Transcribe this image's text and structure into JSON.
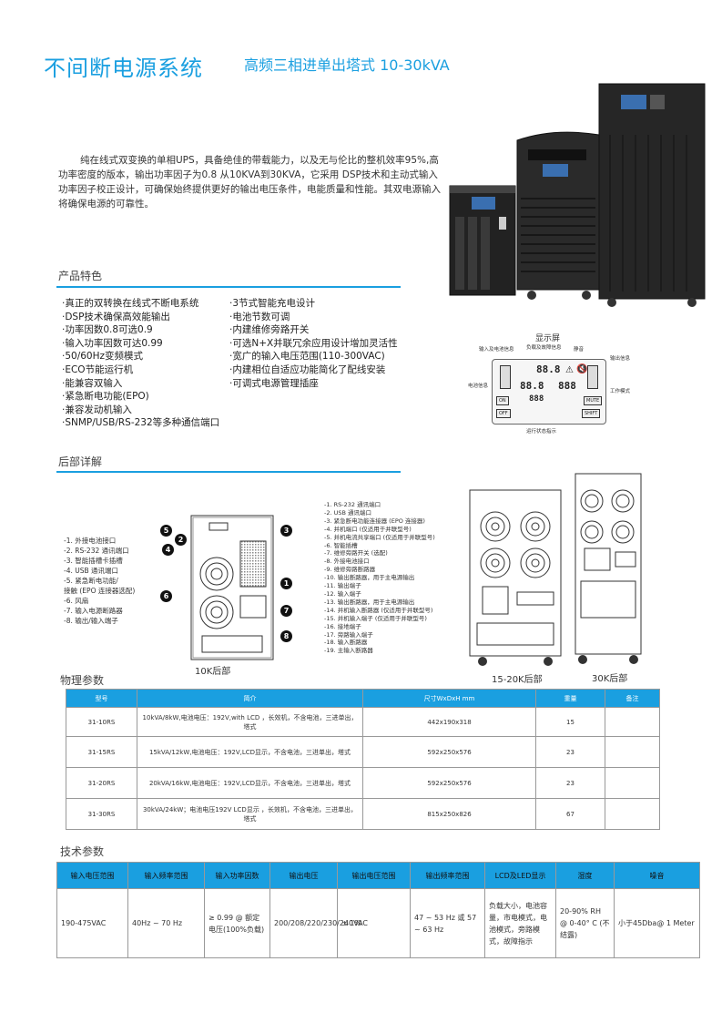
{
  "header": {
    "title": "不间断电源系统",
    "subtitle": "高频三相进单出塔式 10-30kVA"
  },
  "intro": {
    "text": "纯在线式双变换的单相UPS，具备绝佳的带载能力，以及无与伦比的整机效率95%,高功率密度的版本，输出功率因子为0.8 从10KVA到30KVA，它采用 DSP技术和主动式输入功率因子校正设计，可确保始终提供更好的输出电压条件，电能质量和性能。其双电源输入将确保电源的可靠性。"
  },
  "features": {
    "title": "产品特色",
    "left": [
      "·真正的双转换在线式不断电系统",
      "·DSP技术确保高效能输出",
      "·功率因数0.8可选0.9",
      "·输入功率因数可达0.99",
      "·50/60Hz变频模式",
      "·ECO节能运行机",
      "·能兼容双输入",
      "·紧急断电功能(EPO)",
      "·兼容发动机输入",
      "·SNMP/USB/RS-232等多种通信端口"
    ],
    "right": [
      "·3节式智能充电设计",
      "·电池节数可调",
      "·内建维修旁路开关",
      "·可选N+X并联冗余应用设计增加灵活性",
      "·宽广的输入电压范围(110-300VAC)",
      "·内建相位自适应功能简化了配线安装",
      "·可调式电源管理插座"
    ]
  },
  "display": {
    "title": "显示屏",
    "callouts": [
      "输入及电池信息",
      "负载及故障信息",
      "静音",
      "输出信息",
      "电池信息",
      "工作模式",
      "运行状态指示"
    ],
    "seg_a": "88.8",
    "seg_b": "88.8",
    "seg_c": "888",
    "seg_d": "888",
    "btn_l1": "ON",
    "btn_l2": "OFF",
    "btn_r1": "MUTE",
    "btn_r2": "SHIFT"
  },
  "rear": {
    "title": "后部详解",
    "left_list": [
      "-1. 外接电池接口",
      "-2. RS-232 通讯端口",
      "-3. 智能插槽卡插槽",
      "-4. USB 通讯端口",
      "-5. 紧急断电功能/",
      "接触 (EPO 连接器选配)",
      "-6. 风扇",
      "-7. 输入电源断路器",
      "-8. 输出/输入端子"
    ],
    "right_list": [
      "-1. RS-232 通讯端口",
      "-2. USB 通讯端口",
      "-3. 紧急断电功能连接器 (EPO 连接器)",
      "-4. 并机端口 (仅适用于并联型号)",
      "-5. 并机电流共享端口 (仅适用于并联型号)",
      "-6. 智能插槽",
      "-7. 维修旁路开关 (选配)",
      "-8. 外接电池接口",
      "-9. 维修旁路断路器",
      "-10. 输出断路器，用于主电源输出",
      "-11. 输出端子",
      "-12. 输入端子",
      "-13. 输出断路器，用于主电源输出",
      "-14. 并机输入断路器 (仅适用于并联型号)",
      "-15. 并机输入端子 (仅适用于并联型号)",
      "-16. 接地端子",
      "-17. 旁路输入端子",
      "-18. 输入断路器",
      "-19. 主输入断路器"
    ],
    "cap_10k": "10K后部",
    "cap_15k": "15-20K后部",
    "cap_30k": "30K后部"
  },
  "physical": {
    "title": "物理参数",
    "headers": [
      "型号",
      "简介",
      "尺寸WxDxH mm",
      "重量",
      "备注"
    ],
    "rows": [
      {
        "model": "31-10RS",
        "desc": "10kVA/8kW,电池电压：192V,with LCD ，长效机，不含电池，三进单出，塔式",
        "size": "442x190x318",
        "weight": "15",
        "note": ""
      },
      {
        "model": "31-15RS",
        "desc": "15kVA/12kW,电池电压：192V,LCD显示，不含电池，三进单出，塔式",
        "size": "592x250x576",
        "weight": "23",
        "note": ""
      },
      {
        "model": "31-20RS",
        "desc": "20kVA/16kW,电池电压：192V,LCD显示，不含电池，三进单出，塔式",
        "size": "592x250x576",
        "weight": "23",
        "note": ""
      },
      {
        "model": "31-30RS",
        "desc": "30kVA/24kW；电池电压192V LCD显示 ，长效机，不含电池，三进单出，塔式",
        "size": "815x250x826",
        "weight": "67",
        "note": ""
      }
    ]
  },
  "technical": {
    "title": "技术参数",
    "headers": [
      "输入电压范围",
      "输入频率范围",
      "输入功率因数",
      "输出电压",
      "输出电压范围",
      "输出频率范围",
      "LCD及LED显示",
      "湿度",
      "噪音"
    ],
    "row": [
      "190-475VAC",
      "40Hz ~ 70 Hz",
      "≥ 0.99 @ 额定电压(100%负载)",
      "200/208/220/230/240VAC",
      "± 1%",
      "47 ~ 53 Hz 或 57 ~ 63 Hz",
      "负载大小，电池容量，市电模式，电池模式，旁路模式，故障指示",
      "20-90% RH @ 0-40° C (不结露)",
      "小于45Dba@ 1 Meter"
    ]
  }
}
